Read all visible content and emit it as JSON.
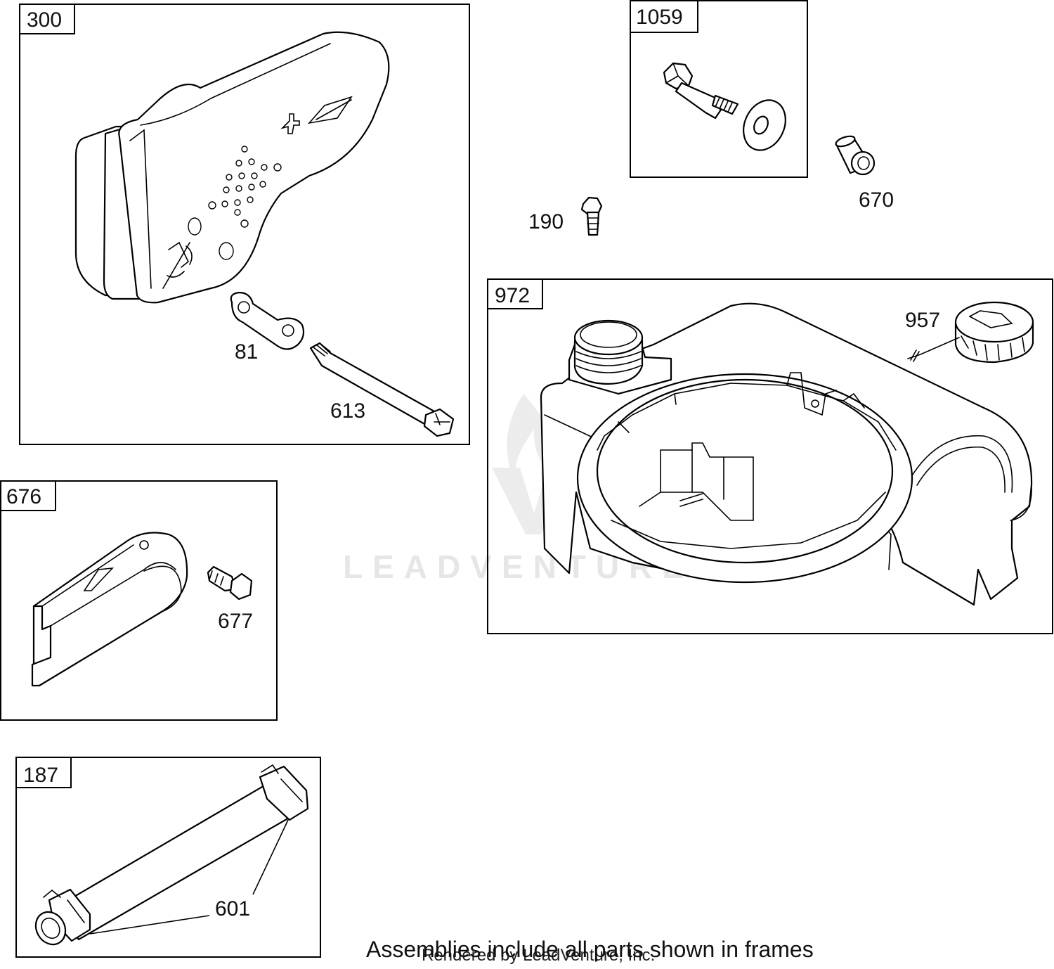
{
  "frames": [
    {
      "id": "300",
      "label": "300"
    },
    {
      "id": "1059",
      "label": "1059"
    },
    {
      "id": "972",
      "label": "972"
    },
    {
      "id": "676",
      "label": "676"
    },
    {
      "id": "187",
      "label": "187"
    }
  ],
  "callouts": {
    "p81": "81",
    "p613": "613",
    "p670": "670",
    "p190": "190",
    "p957": "957",
    "p677": "677",
    "p601": "601"
  },
  "watermark": "LEADVENTURE",
  "footer": {
    "note": "Assemblies include all parts shown in frames",
    "rendered_by": "Rendered by LeadVenture, Inc."
  }
}
